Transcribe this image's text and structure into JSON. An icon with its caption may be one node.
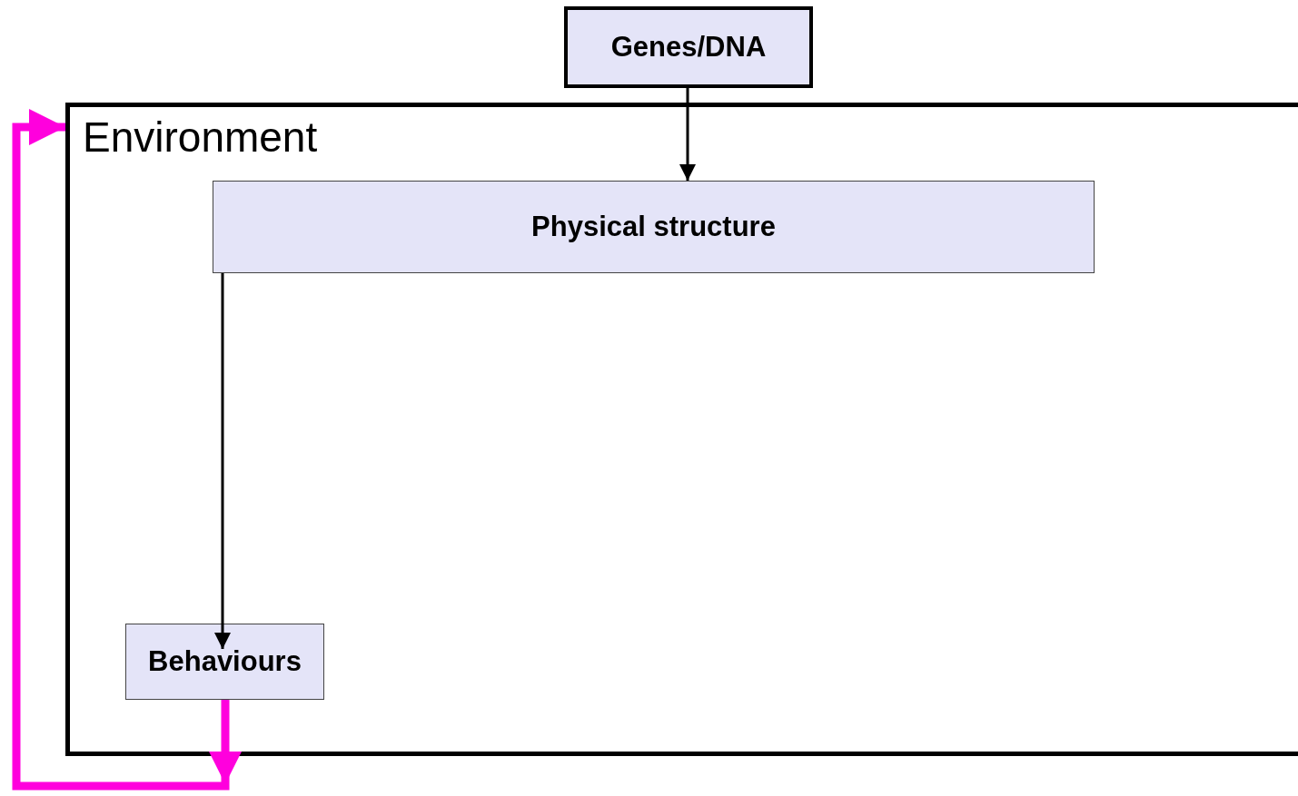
{
  "diagram": {
    "nodes": [
      {
        "text": [
          "Environment"
        ]
      },
      {
        "text": [
          "Genes/DNA"
        ]
      },
      {
        "text": [
          "Physical structure"
        ],
        "in": 0
      },
      {
        "text": [
          "Behaviours"
        ],
        "in": 0
      }
    ],
    "edges": [
      {
        "from": 1,
        "to": 2,
        "arrow": "to"
      },
      {
        "from": 2,
        "to": 3,
        "arrow": "to"
      },
      {
        "from": 3,
        "to": 0,
        "arrow": "to",
        "style": "thick",
        "color": "#ff00dd"
      }
    ]
  }
}
